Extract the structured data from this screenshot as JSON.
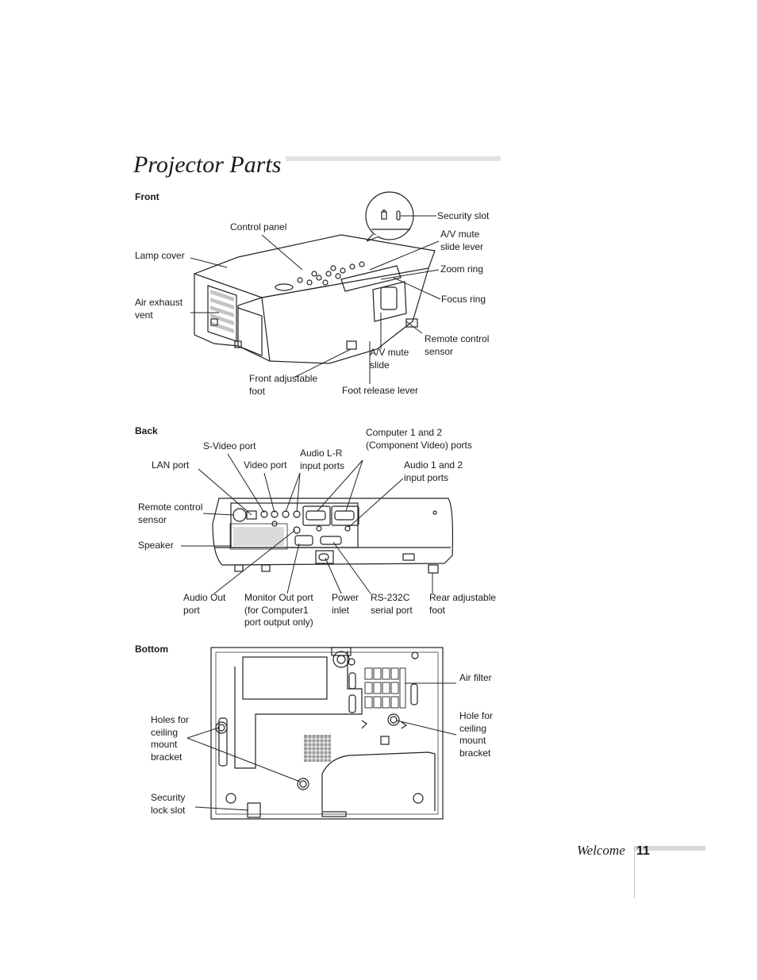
{
  "page": {
    "title": "Projector Parts",
    "footer_section": "Welcome",
    "page_number": "11"
  },
  "front": {
    "heading": "Front",
    "labels": {
      "control_panel": "Control panel",
      "security_slot": "Security slot",
      "lamp_cover": "Lamp cover",
      "av_mute_slide_lever": "A/V mute slide lever",
      "zoom_ring": "Zoom ring",
      "focus_ring": "Focus ring",
      "air_exhaust_vent": "Air exhaust vent",
      "remote_control_sensor": "Remote control sensor",
      "av_mute_slide": "A/V mute slide",
      "front_adjustable_foot": "Front adjustable foot",
      "foot_release_lever": "Foot release lever"
    }
  },
  "back": {
    "heading": "Back",
    "labels": {
      "computer_ports": "Computer 1 and 2 (Component Video) ports",
      "svideo_port": "S-Video port",
      "audio_lr": "Audio L-R input ports",
      "lan_port": "LAN port",
      "video_port": "Video port",
      "audio_12": "Audio 1 and 2 input ports",
      "remote_control_sensor": "Remote control sensor",
      "speaker": "Speaker",
      "audio_out": "Audio Out port",
      "monitor_out": "Monitor Out port (for Computer1 port output only)",
      "power_inlet": "Power inlet",
      "rs232c": "RS-232C serial port",
      "rear_foot": "Rear adjustable foot"
    }
  },
  "bottom": {
    "heading": "Bottom",
    "labels": {
      "air_filter": "Air filter",
      "holes_ceiling": "Holes for ceiling mount bracket",
      "hole_ceiling": "Hole for ceiling mount bracket",
      "security_lock": "Security lock slot"
    }
  }
}
